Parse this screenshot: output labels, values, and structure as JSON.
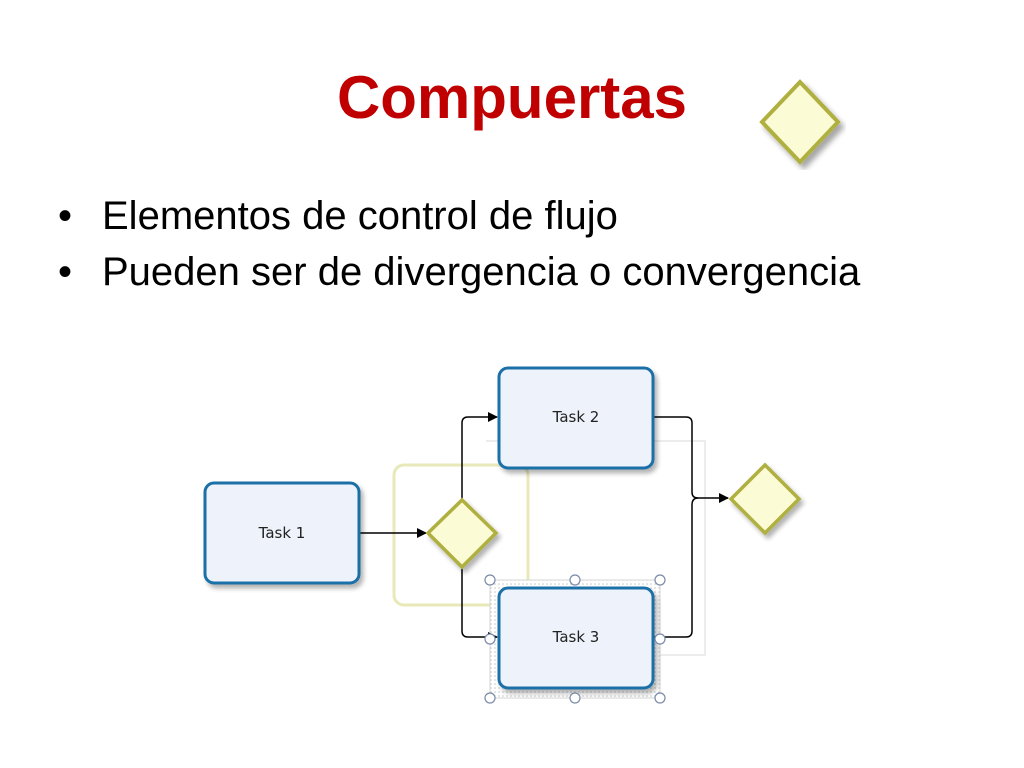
{
  "slide": {
    "title": "Compuertas",
    "bullets": [
      "Elementos de control de flujo",
      "Pueden ser de divergencia o convergencia"
    ]
  },
  "diagram": {
    "tasks": [
      {
        "label": "Task 1"
      },
      {
        "label": "Task 2"
      },
      {
        "label": "Task 3"
      }
    ],
    "colors": {
      "task_border": "#1f6fa8",
      "task_fill": "#eef3fb",
      "gateway_border": "#b0b040",
      "gateway_fill": "#fbfbd6",
      "title": "#c00000"
    },
    "icons": [
      "gateway-diamond-icon",
      "arrow-head-icon",
      "selection-handle-icon"
    ]
  }
}
